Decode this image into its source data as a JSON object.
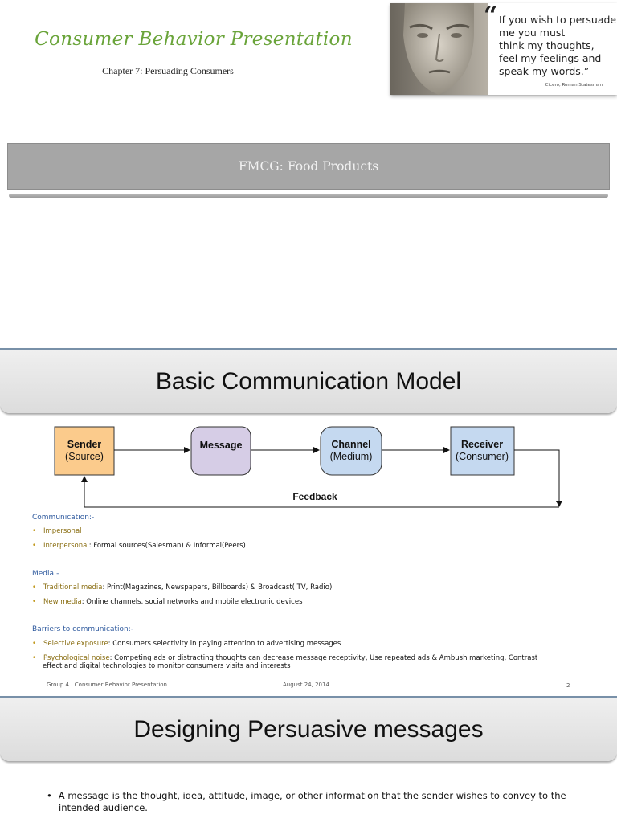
{
  "slide1": {
    "title": "Consumer Behavior Presentation",
    "subtitle": "Chapter 7: Persuading Consumers",
    "quote": {
      "text": "If you wish to persuade\nme you must\nthink my thoughts,\nfeel my feelings and\nspeak my words.”",
      "attribution": "Cicero, Roman Statesman"
    },
    "banner": "FMCG: Food Products"
  },
  "slide2": {
    "heading": "Basic Communication Model",
    "diagram": {
      "sender": [
        "Sender",
        "(Source)"
      ],
      "message": "Message",
      "channel": [
        "Channel",
        "(Medium)"
      ],
      "receiver": [
        "Receiver",
        "(Consumer)"
      ],
      "feedback": "Feedback"
    },
    "sections": [
      {
        "title": "Communication:-",
        "items": [
          {
            "term": "Impersonal",
            "rest": ""
          },
          {
            "term": "Interpersonal",
            "rest": ": Formal sources(Salesman) & Informal(Peers)"
          }
        ]
      },
      {
        "title": "Media:-",
        "items": [
          {
            "term": "Traditional media",
            "rest": ": Print(Magazines, Newspapers, Billboards) & Broadcast( TV, Radio)"
          },
          {
            "term": "New media",
            "rest": ": Online channels, social networks and mobile electronic devices"
          }
        ]
      },
      {
        "title": "Barriers to communication:-",
        "items": [
          {
            "term": "Selective exposure",
            "rest": ": Consumers selectivity in paying attention to advertising messages"
          },
          {
            "term": "Psychological noise",
            "rest": ": Competing ads or distracting thoughts can decrease message receptivity, Use repeated ads & Ambush marketing, Contrast",
            "rest2": "effect and digital technologies to monitor consumers visits and interests"
          }
        ]
      }
    ],
    "footer": {
      "left": "Group 4 | Consumer Behavior Presentation",
      "date": "August 24, 2014",
      "page": "2"
    }
  },
  "slide3": {
    "heading": "Designing Persuasive messages",
    "bullet1": "A message is the thought, idea, attitude, image, or other information that the sender wishes to convey to the",
    "bullet1b": "intended audience."
  },
  "colors": {
    "title_green": "#6aa43a",
    "sender_fill": "#fbcb8c",
    "message_fill": "#d6cde6",
    "channel_fill": "#c5d9f0",
    "receiver_fill": "#c5d9f0",
    "section_blue": "#2f5a9e",
    "term_gold": "#8a6e12"
  }
}
